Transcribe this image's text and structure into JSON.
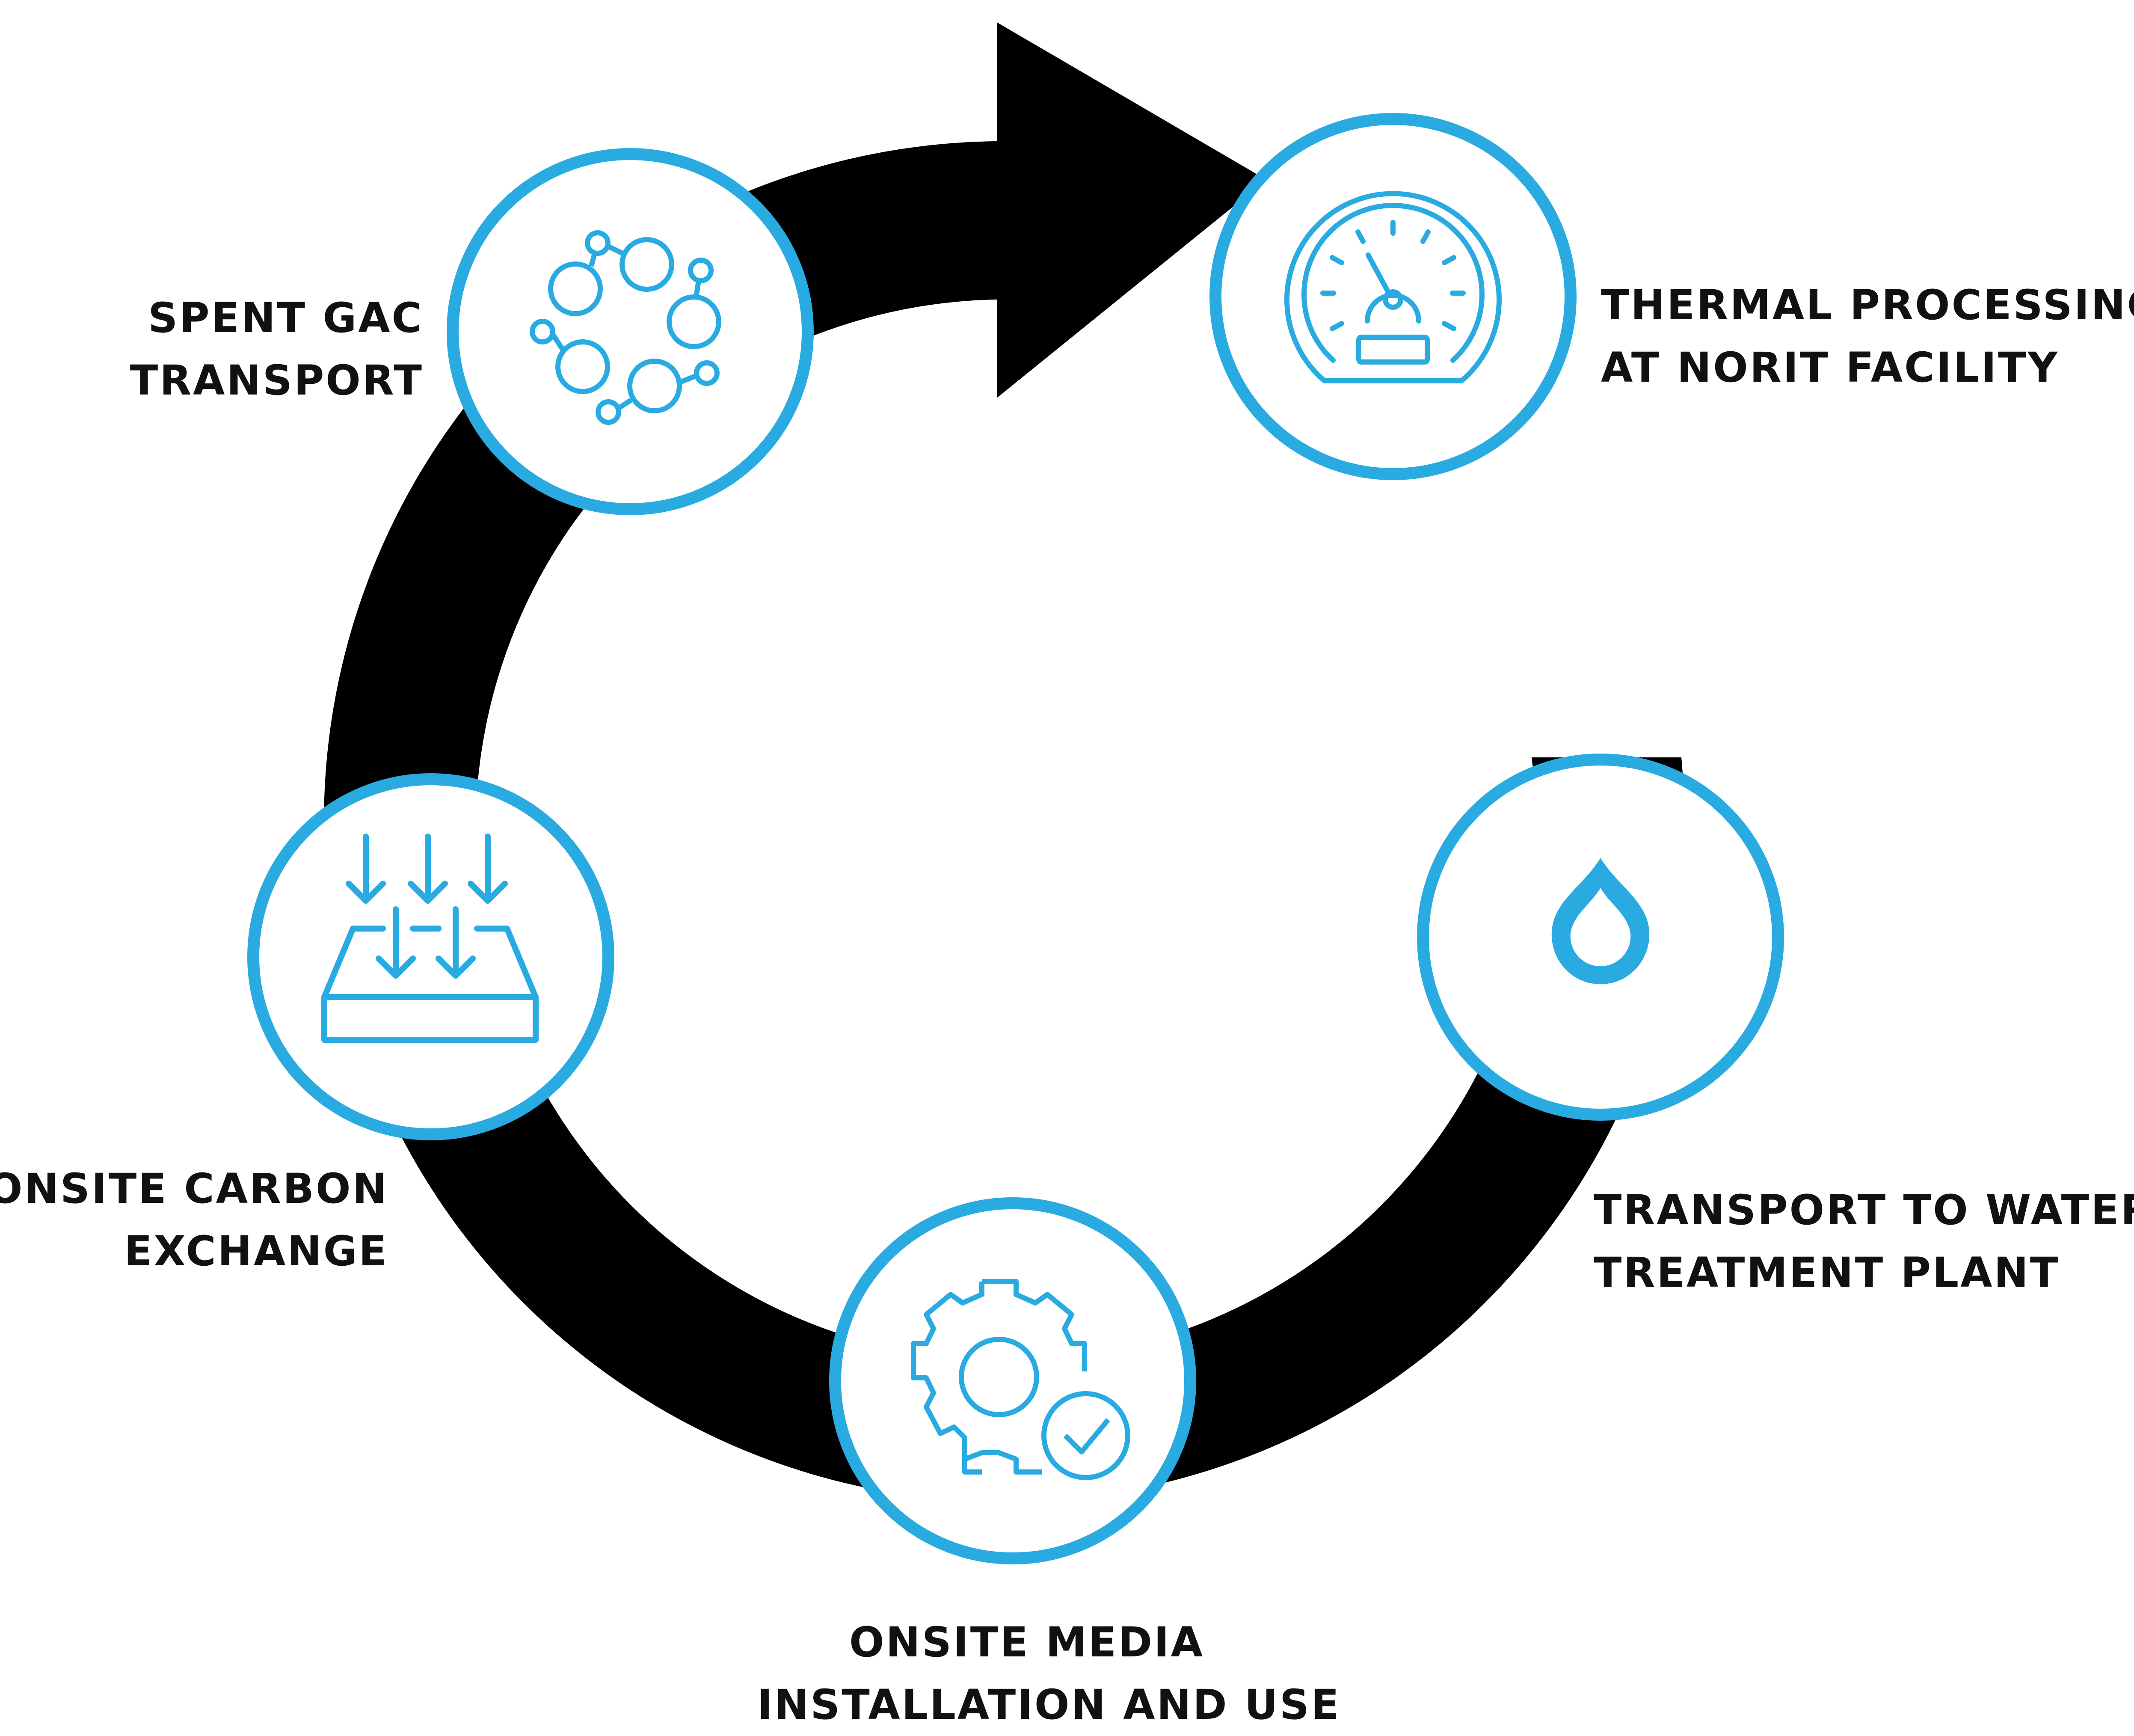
{
  "colors": {
    "cycle": "#000000",
    "accent": "#29abe2",
    "text": "#111111",
    "node_fill": "#ffffff"
  },
  "steps": [
    {
      "id": "spent-gac-transport",
      "lines": [
        "SPENT GAC",
        "TRANSPORT"
      ],
      "icon": "molecule-icon"
    },
    {
      "id": "thermal-processing",
      "lines": [
        "THERMAL PROCESSING",
        "AT NORIT FACILITY"
      ],
      "icon": "gauge-icon"
    },
    {
      "id": "transport-to-wtp",
      "lines": [
        "TRANSPORT TO WATER",
        "TREATMENT PLANT"
      ],
      "icon": "water-drop-icon"
    },
    {
      "id": "onsite-media",
      "lines": [
        "ONSITE MEDIA",
        "INSTALLATION AND USE"
      ],
      "icon": "gear-check-icon"
    },
    {
      "id": "onsite-carbon-exchange",
      "lines": [
        "ONSITE CARBON",
        "EXCHANGE"
      ],
      "icon": "filter-bed-icon"
    }
  ]
}
